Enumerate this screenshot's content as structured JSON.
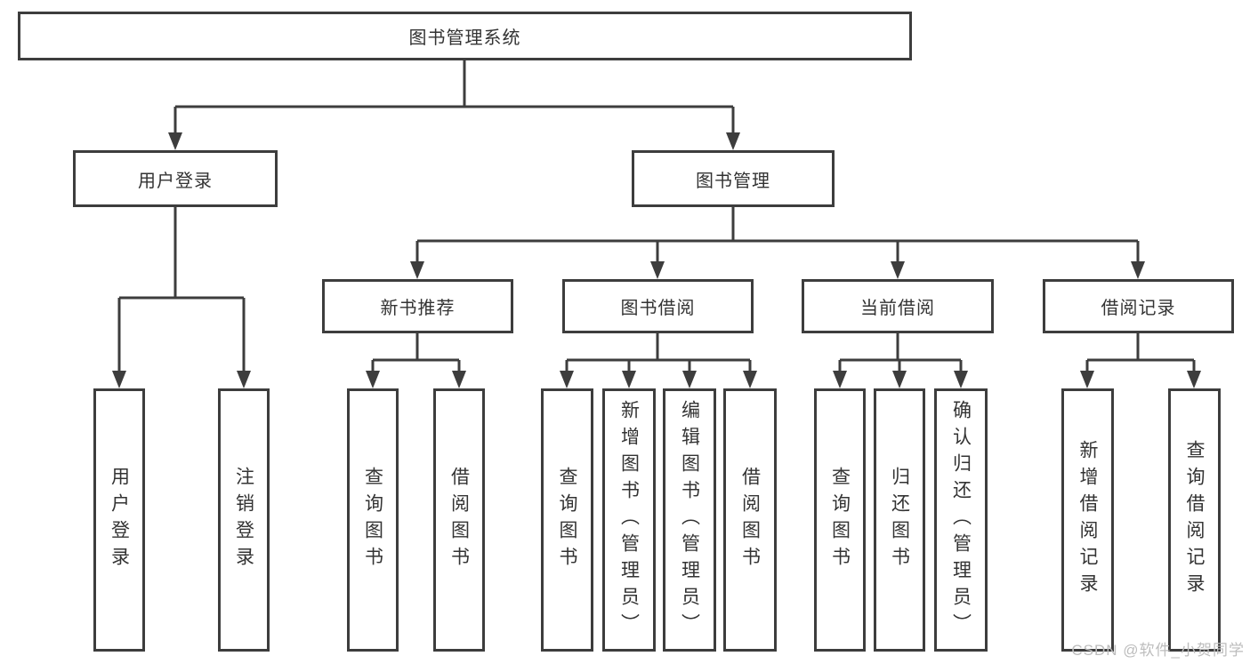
{
  "diagram": {
    "type": "hierarchy-tree",
    "title": "图书管理系统",
    "watermark": "CSDN @软件_小贺同学",
    "colors": {
      "line": "#3d3d3d",
      "box_border": "#3d3d3d",
      "text": "#333333",
      "background": "#ffffff",
      "watermark": "#bdbdbd"
    },
    "tree": {
      "root": {
        "label": "图书管理系统"
      },
      "l2": [
        {
          "label": "用户登录"
        },
        {
          "label": "图书管理"
        }
      ],
      "l3": [
        {
          "label": "新书推荐"
        },
        {
          "label": "图书借阅"
        },
        {
          "label": "当前借阅"
        },
        {
          "label": "借阅记录"
        }
      ],
      "l4": {
        "user_login": [
          "用户登录",
          "注销登录"
        ],
        "new_books": [
          "查询图书",
          "借阅图书"
        ],
        "book_borrow": [
          "查询图书",
          "新增图书（管理员）",
          "编辑图书（管理员）",
          "借阅图书"
        ],
        "current_borrow": [
          "查询图书",
          "归还图书",
          "确认归还（管理员）"
        ],
        "borrow_records": [
          "新增借阅记录",
          "查询借阅记录"
        ]
      }
    }
  }
}
